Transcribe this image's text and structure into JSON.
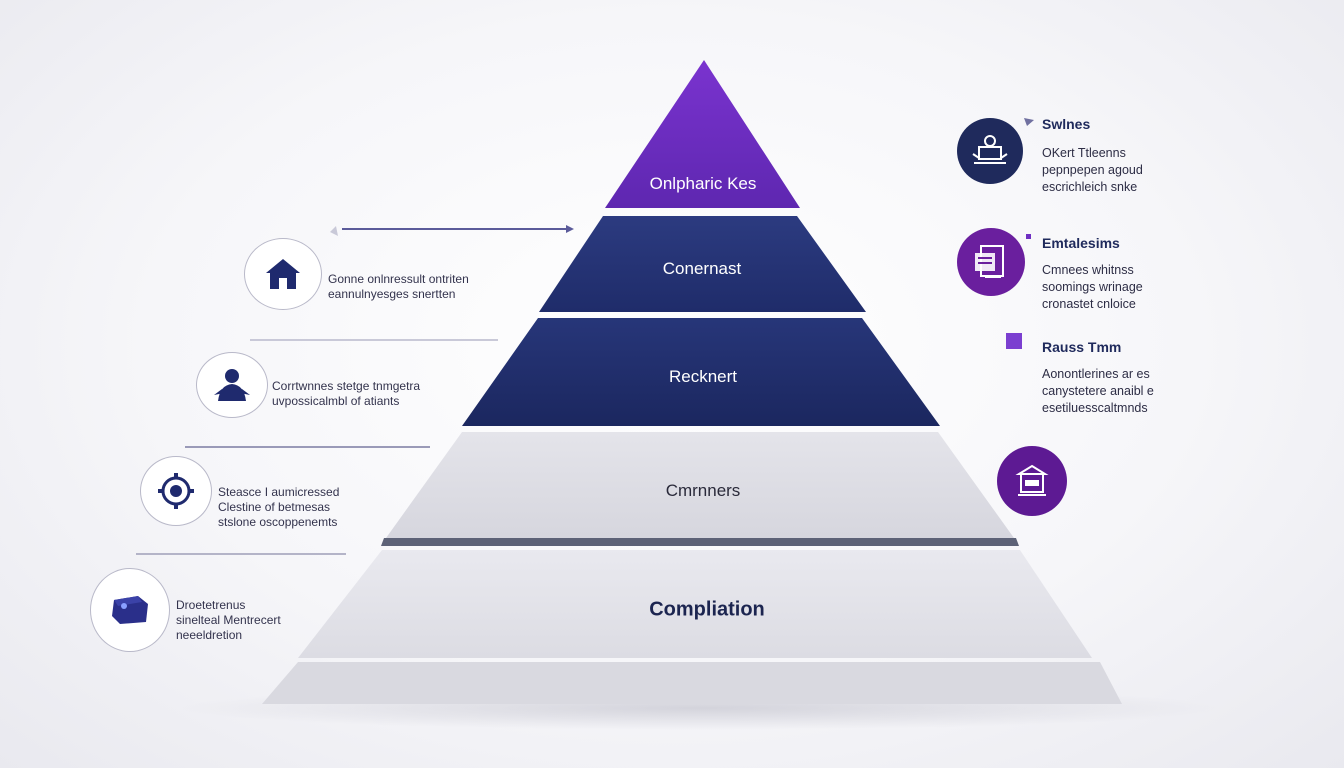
{
  "pyramid": {
    "tiers": [
      {
        "label": "Onlpharic Kes",
        "color": "#6f2fc2",
        "text_color": "#ffffff"
      },
      {
        "label": "Conernast",
        "color": "#253474",
        "text_color": "#ffffff"
      },
      {
        "label": "Recknert",
        "color": "#1f2c6c",
        "text_color": "#ffffff"
      },
      {
        "label": "Cmrnners",
        "color": "#dedee6",
        "text_color": "#2a2a3a"
      },
      {
        "label": "Compliation",
        "color": "#e6e6ec",
        "text_color": "#1c2550"
      }
    ]
  },
  "left_items": [
    {
      "icon": "house-icon",
      "lines": [
        "Gonne onlnressult ontriten",
        "eannulnyesges snertten"
      ]
    },
    {
      "icon": "person-icon",
      "lines": [
        "Corrtwnnes stetge tnmgetra",
        "uvpossicalmbl of atiants"
      ]
    },
    {
      "icon": "gear-icon",
      "lines": [
        "Steasce I aumicressed",
        "Clestine of betmesas",
        "stslone oscoppenemts"
      ]
    },
    {
      "icon": "box-icon",
      "lines": [
        "Droetetrenus",
        "sinelteal Mentrecert",
        "neeeldretion"
      ]
    }
  ],
  "right_items": [
    {
      "icon": "workstation-icon",
      "title": "Swlnes",
      "lines": [
        "OKert Ttleenns",
        "pepnpepen agoud",
        "escrichleich snke"
      ]
    },
    {
      "icon": "document-icon",
      "title": "Emtalesims",
      "lines": [
        "Cmnees whitnss",
        "soomings wrinage",
        "cronastet cnloice"
      ]
    },
    {
      "icon": "square-icon",
      "title": "Rauss Tmm",
      "lines": [
        "Aonontlerines ar es",
        "canystetere anaibl e",
        "esetiluesscaltmnds"
      ]
    },
    {
      "icon": "building-icon",
      "title": "",
      "lines": []
    }
  ],
  "colors": {
    "navy": "#1f2a5c",
    "purple": "#6f2fc2",
    "badge_purple": "#6a1f9e",
    "connector": "#5b5b9a"
  }
}
